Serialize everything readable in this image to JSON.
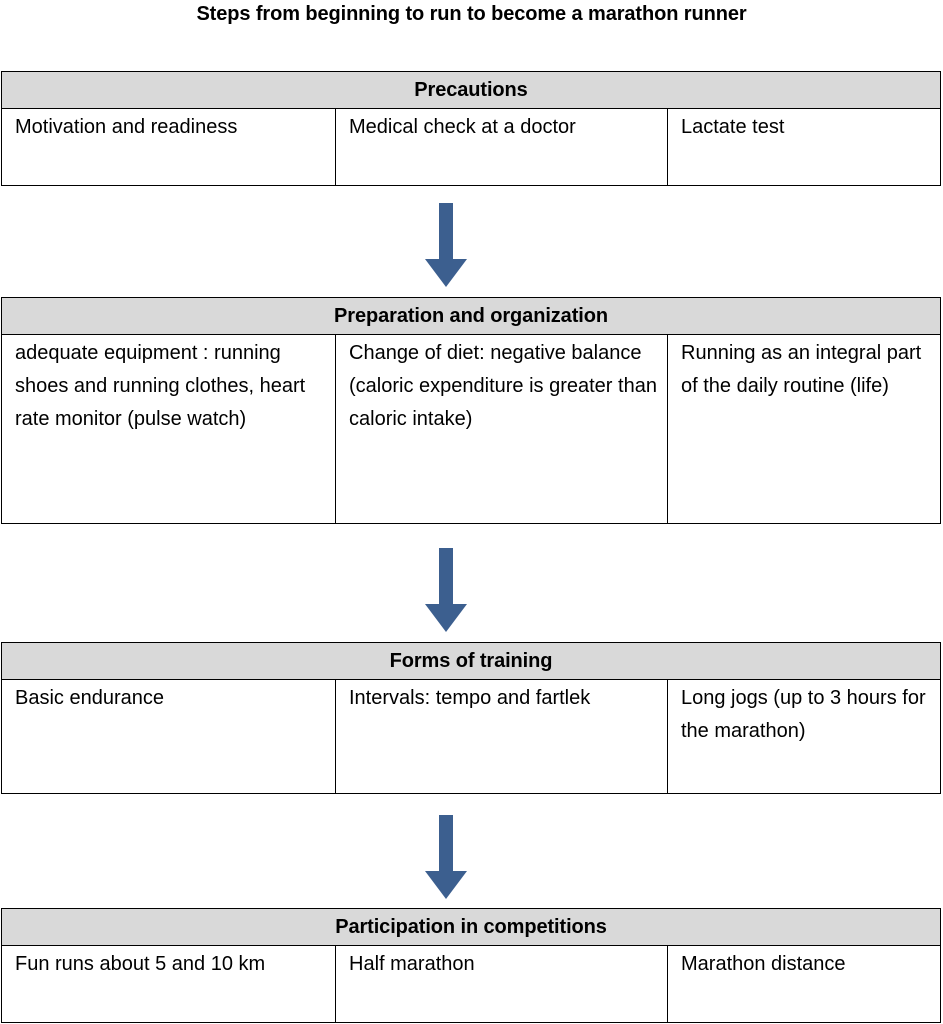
{
  "title": "Steps from beginning to run to become a marathon runner",
  "colors": {
    "header_fill": "#d9d9d9",
    "border": "#000000",
    "arrow": "#3c5f8f",
    "background": "#ffffff",
    "text": "#000000"
  },
  "stages": [
    {
      "header": "Precautions",
      "cells": [
        "Motivation and readiness",
        "Medical check at a doctor",
        "Lactate test"
      ]
    },
    {
      "header": "Preparation and organization",
      "cells": [
        "adequate equipment : running shoes and running clothes, heart rate monitor (pulse watch)",
        "Change of diet: negative balance (caloric expenditure is greater than caloric intake)",
        "Running as an integral part of the daily routine (life)"
      ]
    },
    {
      "header": "Forms of training",
      "cells": [
        "Basic endurance",
        "Intervals: tempo and fartlek",
        "Long jogs (up to 3 hours for the marathon)"
      ]
    },
    {
      "header": "Participation in competitions",
      "cells": [
        "Fun runs about 5 and 10 km",
        "Half marathon",
        "Marathon distance"
      ]
    }
  ],
  "connectors": [
    {
      "name": "arrow-1",
      "from": "Precautions",
      "to": "Preparation and organization",
      "direction": "down"
    },
    {
      "name": "arrow-2",
      "from": "Preparation and organization",
      "to": "Forms of training",
      "direction": "down"
    },
    {
      "name": "arrow-3",
      "from": "Forms of training",
      "to": "Participation in competitions",
      "direction": "down"
    }
  ]
}
